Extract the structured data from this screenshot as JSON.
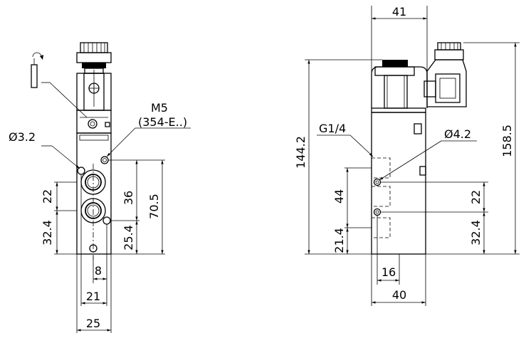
{
  "front_view": {
    "hole_label": "Ø3.2",
    "thread_label": "M5",
    "thread_note": "(354-E..)",
    "dims": {
      "d22": "22",
      "d32_4": "32.4",
      "d36": "36",
      "d70_5": "70.5",
      "d25_4": "25.4",
      "d8": "8",
      "d21": "21",
      "d25": "25"
    }
  },
  "side_view": {
    "port_label": "G1/4",
    "hole_label": "Ø4.2",
    "dims": {
      "d41": "41",
      "d144_2": "144.2",
      "d158_5": "158.5",
      "d44": "44",
      "d21_4": "21.4",
      "d22": "22",
      "d32_4": "32.4",
      "d16": "16",
      "d40": "40"
    }
  }
}
